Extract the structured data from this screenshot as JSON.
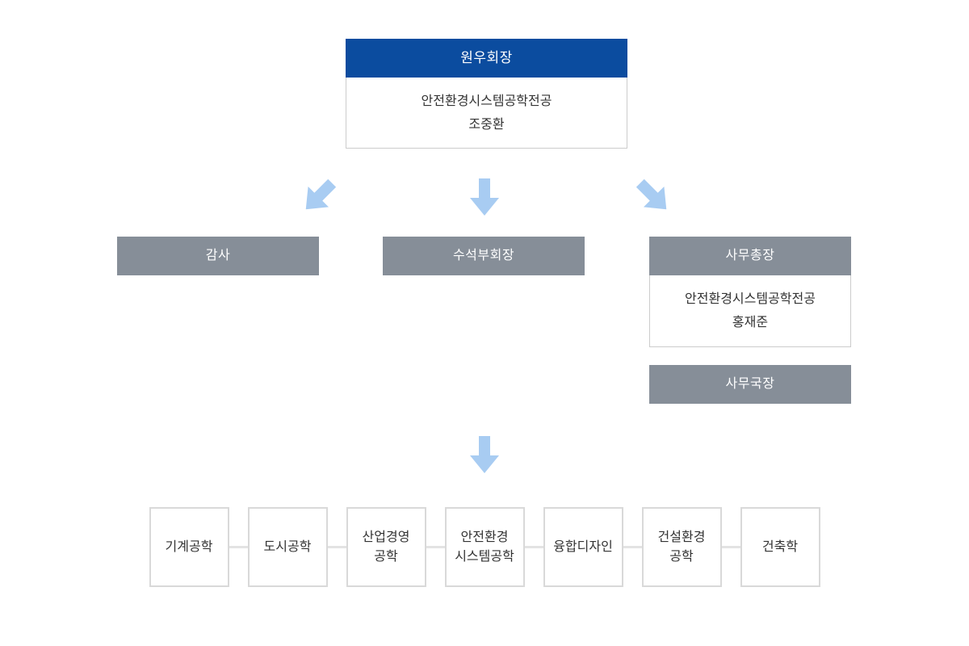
{
  "colors": {
    "primary_blue": "#0b4c9f",
    "band_gray": "#868e98",
    "arrow_blue": "#a8ccf2",
    "box_border": "#cccccc",
    "dept_border": "#d9d9d9",
    "connector": "#e3e3e3",
    "text_dark": "#333333",
    "text_white": "#ffffff",
    "background": "#ffffff"
  },
  "org": {
    "president": {
      "title": "원우회장",
      "department": "안전환경시스템공학전공",
      "name": "조중환"
    },
    "auditor": {
      "title": "감사"
    },
    "vice_president": {
      "title": "수석부회장"
    },
    "secretary_general": {
      "title": "사무총장",
      "department": "안전환경시스템공학전공",
      "name": "홍재준"
    },
    "secretary_director": {
      "title": "사무국장"
    },
    "departments": [
      "기계공학",
      "도시공학",
      "산업경영\n공학",
      "안전환경\n시스템공학",
      "융합디자인",
      "건설환경\n공학",
      "건축학"
    ]
  }
}
